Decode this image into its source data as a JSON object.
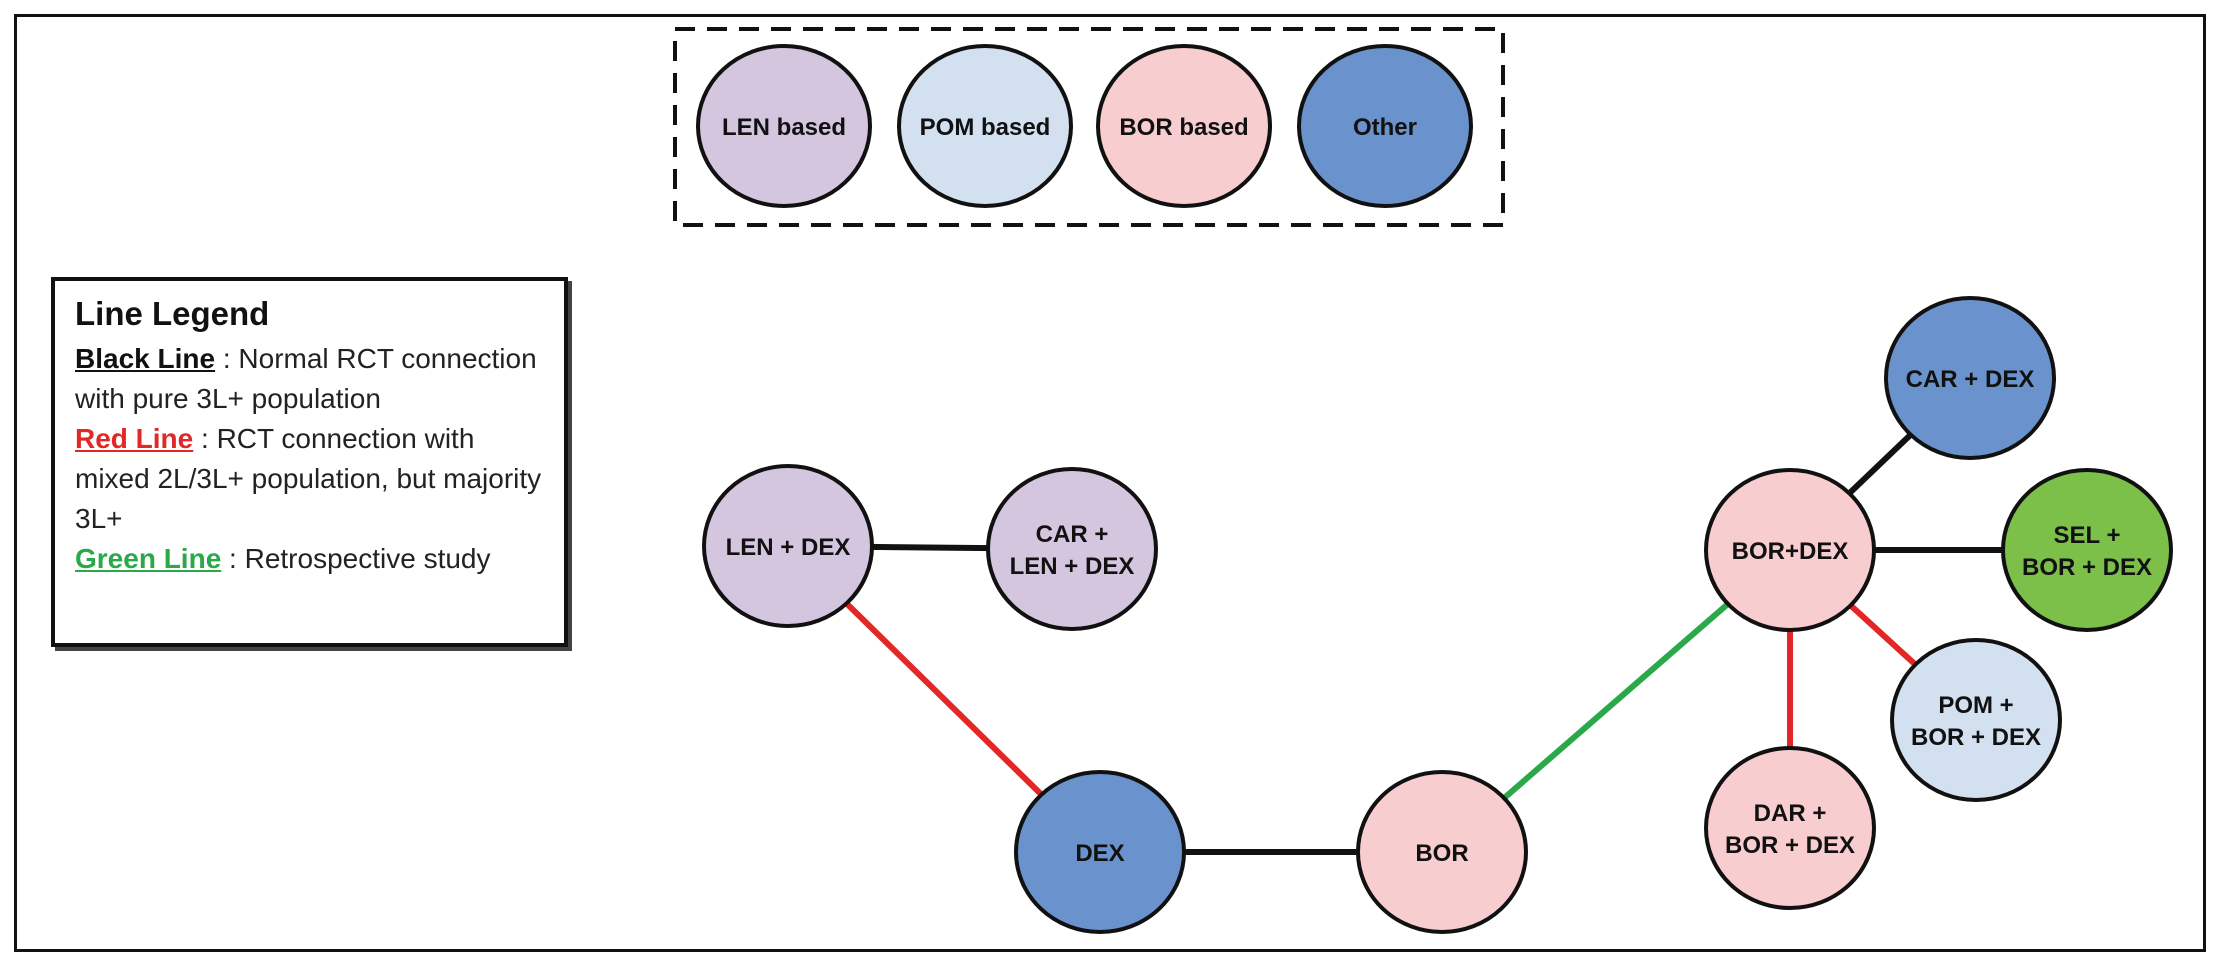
{
  "category_legend": {
    "items": [
      {
        "label": "LEN based",
        "color": "#d5c6e0"
      },
      {
        "label": "POM based",
        "color": "#d2e0f0"
      },
      {
        "label": "BOR based",
        "color": "#f8cdcf"
      },
      {
        "label": "Other",
        "color": "#6a93cd"
      }
    ]
  },
  "line_legend": {
    "title": "Line Legend",
    "entries": [
      {
        "key": "Black Line",
        "separator": " : ",
        "text": "Normal RCT connection with pure 3L+ population",
        "color": "#111111"
      },
      {
        "key": "Red Line",
        "separator": " : ",
        "text": "RCT connection with mixed 2L/3L+ population, but majority 3L+",
        "color": "#e32626"
      },
      {
        "key": "Green Line",
        "separator": " : ",
        "text": "Retrospective study",
        "color": "#2aa84a"
      }
    ]
  },
  "colors": {
    "len_based": "#d5c6e0",
    "pom_based": "#d2e0f0",
    "bor_based": "#f8cdcf",
    "other": "#6a93cd",
    "selinexor": "#7cc04a",
    "black_line": "#111111",
    "red_line": "#e32626",
    "green_line": "#2aa84a"
  },
  "nodes": {
    "len_dex": {
      "lines": [
        "LEN + DEX"
      ],
      "category": "len_based"
    },
    "car_len_dex": {
      "lines": [
        "CAR +",
        "LEN + DEX"
      ],
      "category": "len_based"
    },
    "dex": {
      "lines": [
        "DEX"
      ],
      "category": "other"
    },
    "bor": {
      "lines": [
        "BOR"
      ],
      "category": "bor_based"
    },
    "bor_dex": {
      "lines": [
        "BOR+DEX"
      ],
      "category": "bor_based"
    },
    "car_dex": {
      "lines": [
        "CAR + DEX"
      ],
      "category": "other"
    },
    "sel_bor_dex": {
      "lines": [
        "SEL +",
        "BOR + DEX"
      ],
      "category": "selinexor"
    },
    "pom_bor_dex": {
      "lines": [
        "POM +",
        "BOR + DEX"
      ],
      "category": "pom_based"
    },
    "dar_bor_dex": {
      "lines": [
        "DAR +",
        "BOR + DEX"
      ],
      "category": "bor_based"
    }
  },
  "edges": [
    {
      "from": "len_dex",
      "to": "car_len_dex",
      "type": "black"
    },
    {
      "from": "len_dex",
      "to": "dex",
      "type": "red"
    },
    {
      "from": "dex",
      "to": "bor",
      "type": "black"
    },
    {
      "from": "bor",
      "to": "bor_dex",
      "type": "green"
    },
    {
      "from": "bor_dex",
      "to": "car_dex",
      "type": "black"
    },
    {
      "from": "bor_dex",
      "to": "sel_bor_dex",
      "type": "black"
    },
    {
      "from": "bor_dex",
      "to": "pom_bor_dex",
      "type": "red"
    },
    {
      "from": "bor_dex",
      "to": "dar_bor_dex",
      "type": "red"
    }
  ]
}
